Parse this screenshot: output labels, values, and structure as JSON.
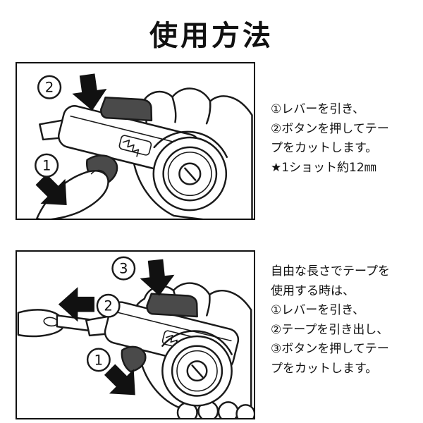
{
  "page": {
    "title": "使用方法"
  },
  "colors": {
    "ink": "#1a1a1a",
    "lever_gray": "#4a4a4a",
    "arrow_black": "#111111",
    "paper": "#ffffff"
  },
  "sections": [
    {
      "name": "cut-tape",
      "steps": [
        {
          "n": "2"
        },
        {
          "n": "1"
        }
      ],
      "caption": "①レバーを引き、\n②ボタンを押してテー\nプをカットします。\n★1ショット約12㎜"
    },
    {
      "name": "free-length",
      "steps": [
        {
          "n": "3"
        },
        {
          "n": "2"
        },
        {
          "n": "1"
        }
      ],
      "caption": "自由な長さでテープを\n使用する時は、\n①レバーを引き、\n②テープを引き出し、\n③ボタンを押してテー\nプをカットします。"
    }
  ]
}
